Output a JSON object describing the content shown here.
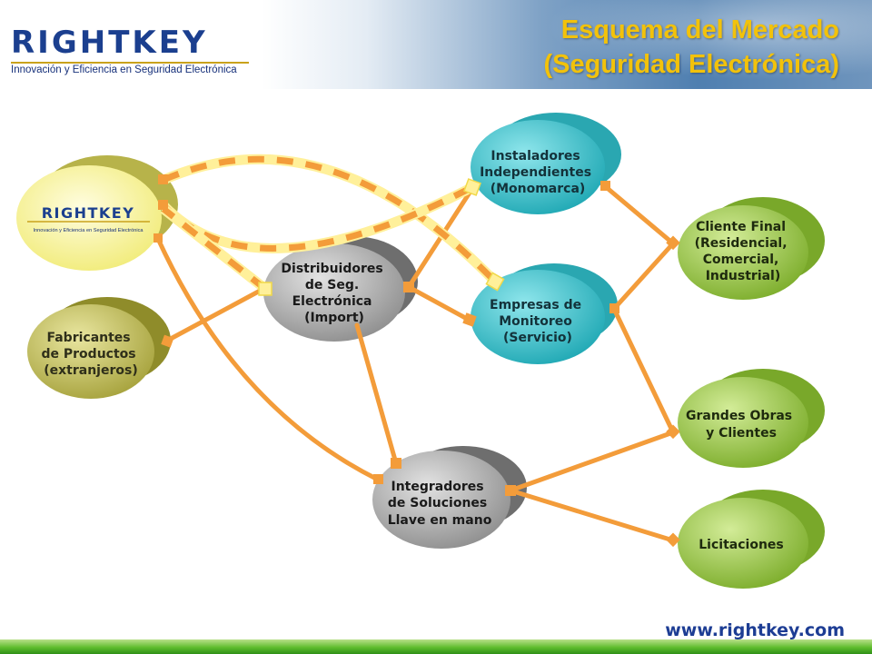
{
  "header": {
    "logo": {
      "wordmark": "RIGHTKEY",
      "tagline": "Innovación y Eficiencia en Seguridad Electrónica"
    },
    "title_line1": "Esquema del Mercado",
    "title_line2": "(Seguridad Electrónica)"
  },
  "diagram": {
    "center_logo": {
      "wordmark": "RIGHTKEY",
      "tagline": "Innovación y Eficiencia en Seguridad Electrónica"
    },
    "nodes": {
      "fabricantes": [
        "Fabricantes",
        "de Productos",
        "(extranjeros)"
      ],
      "distribuidores": [
        "Distribuidores",
        "de Seg.",
        "Electrónica",
        "(Import)"
      ],
      "instaladores": [
        "Instaladores",
        "Independientes",
        "(Monomarca)"
      ],
      "empresas": [
        "Empresas de",
        "Monitoreo",
        "(Servicio)"
      ],
      "integradores": [
        "Integradores",
        "de Soluciones",
        "Llave en mano"
      ],
      "cliente_final": [
        "Cliente Final",
        "(Residencial,",
        "Comercial,",
        "Industrial)"
      ],
      "grandes_obras": [
        "Grandes Obras",
        "y Clientes"
      ],
      "licitaciones": [
        "Licitaciones"
      ]
    },
    "colors": {
      "connector": "#f39c3a",
      "dashed_light": "#fff09a",
      "teal": "#33bcc7",
      "gray": "#a3a3a3",
      "olive": "#b9b54e",
      "green": "#93c03f",
      "logo_bubble": "#f6f28a"
    }
  },
  "footer": {
    "url": "www.rightkey.com"
  }
}
